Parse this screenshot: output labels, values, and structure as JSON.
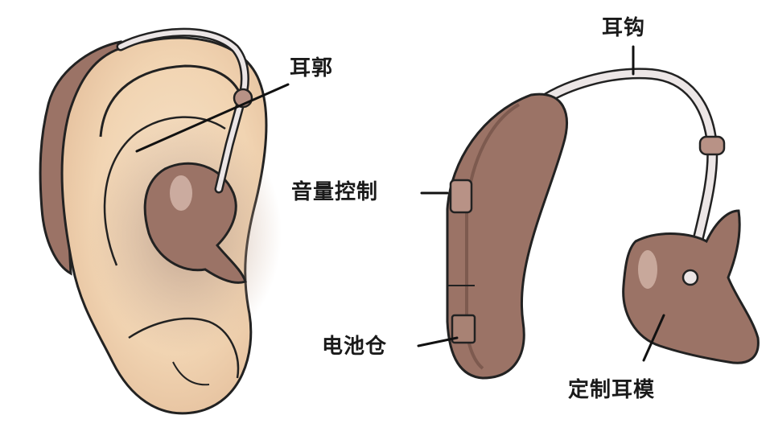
{
  "labels": {
    "auricle": "耳郭",
    "ear_hook": "耳钩",
    "volume_control": "音量控制",
    "battery_compartment": "电池仓",
    "custom_earmold": "定制耳模"
  },
  "colors": {
    "skin": "#f3d9b8",
    "skin_shadow": "#c9a78f",
    "device_brown": "#9b7366",
    "device_dark": "#7d5a4f",
    "device_light": "#b89286",
    "hook_tube": "#ece6e6",
    "outline": "#222222"
  }
}
